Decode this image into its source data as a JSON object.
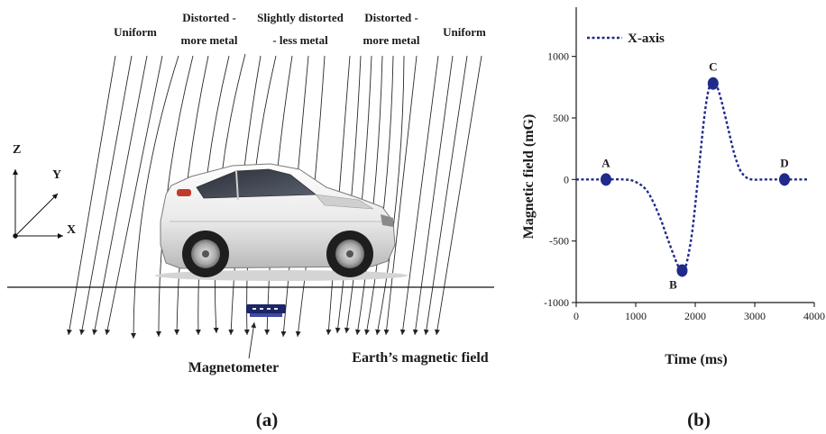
{
  "panel_a": {
    "field_labels": {
      "uniform_left": "Uniform",
      "distorted_left_l1": "Distorted -",
      "distorted_left_l2": "more metal",
      "slight_l1": "Slightly distorted",
      "slight_l2": "- less metal",
      "distorted_right_l1": "Distorted -",
      "distorted_right_l2": "more metal",
      "uniform_right": "Uniform"
    },
    "axes": {
      "z": "Z",
      "y": "Y",
      "x": "X"
    },
    "magnetometer_label": "Magnetometer",
    "earth_field_label": "Earth’s magnetic field",
    "caption": "(a)"
  },
  "panel_b": {
    "caption": "(b)",
    "colors": {
      "series": "#1f2a8a",
      "axis": "#1a1a1a"
    }
  },
  "chart_data": {
    "type": "line",
    "xlabel": "Time (ms)",
    "ylabel": "Magnetic field (mG)",
    "xlim": [
      0,
      4000
    ],
    "ylim": [
      -1000,
      1400
    ],
    "xticks": [
      0,
      1000,
      2000,
      3000,
      4000
    ],
    "yticks": [
      -1000,
      -500,
      0,
      500,
      1000
    ],
    "grid": false,
    "legend": "top-left",
    "series": [
      {
        "name": "X-axis",
        "x": [
          0,
          400,
          800,
          1000,
          1200,
          1400,
          1550,
          1700,
          1780,
          1850,
          1950,
          2050,
          2150,
          2230,
          2300,
          2370,
          2450,
          2550,
          2650,
          2750,
          2850,
          2950,
          3200,
          3500,
          3900
        ],
        "y": [
          0,
          0,
          0,
          -20,
          -100,
          -300,
          -500,
          -690,
          -740,
          -690,
          -420,
          30,
          500,
          740,
          780,
          750,
          620,
          420,
          220,
          80,
          20,
          0,
          0,
          0,
          0
        ]
      }
    ],
    "points": [
      {
        "label": "A",
        "x": 500,
        "y": 0
      },
      {
        "label": "B",
        "x": 1780,
        "y": -740
      },
      {
        "label": "C",
        "x": 2300,
        "y": 780
      },
      {
        "label": "D",
        "x": 3500,
        "y": 0
      }
    ]
  }
}
